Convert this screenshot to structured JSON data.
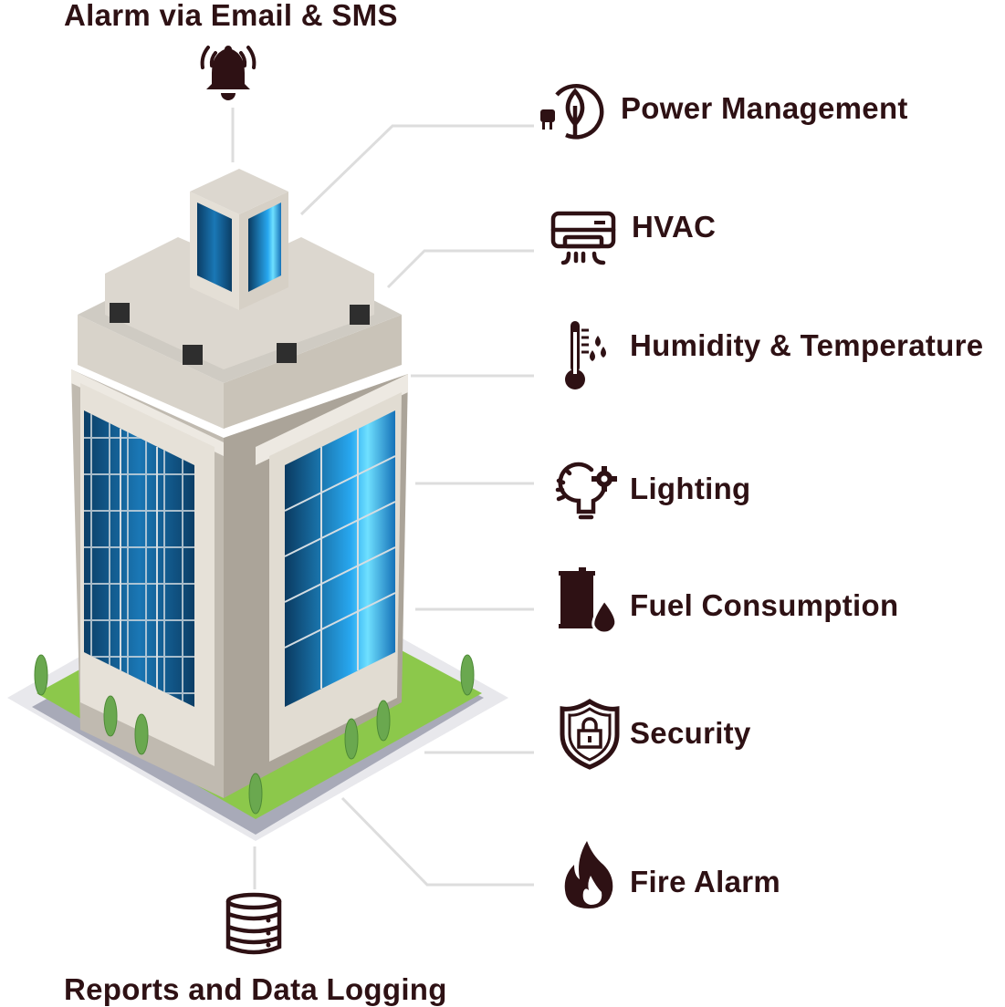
{
  "title_top": "Alarm via Email & SMS",
  "title_bottom": "Reports and Data Logging",
  "features": [
    {
      "label": "Power Management",
      "icon": "leaf-plug-icon"
    },
    {
      "label": "HVAC",
      "icon": "air-conditioner-icon"
    },
    {
      "label": "Humidity & Temperature",
      "icon": "thermometer-icon"
    },
    {
      "label": "Lighting",
      "icon": "bulb-gear-icon"
    },
    {
      "label": "Fuel Consumption",
      "icon": "fuel-drum-icon"
    },
    {
      "label": "Security",
      "icon": "shield-lock-icon"
    },
    {
      "label": "Fire Alarm",
      "icon": "flame-icon"
    }
  ],
  "colors": {
    "text": "#2e1114",
    "line": "#dddddd",
    "glass": "#0d6fb0",
    "grass": "#8cc84b",
    "wall": "#e4dfd6"
  }
}
